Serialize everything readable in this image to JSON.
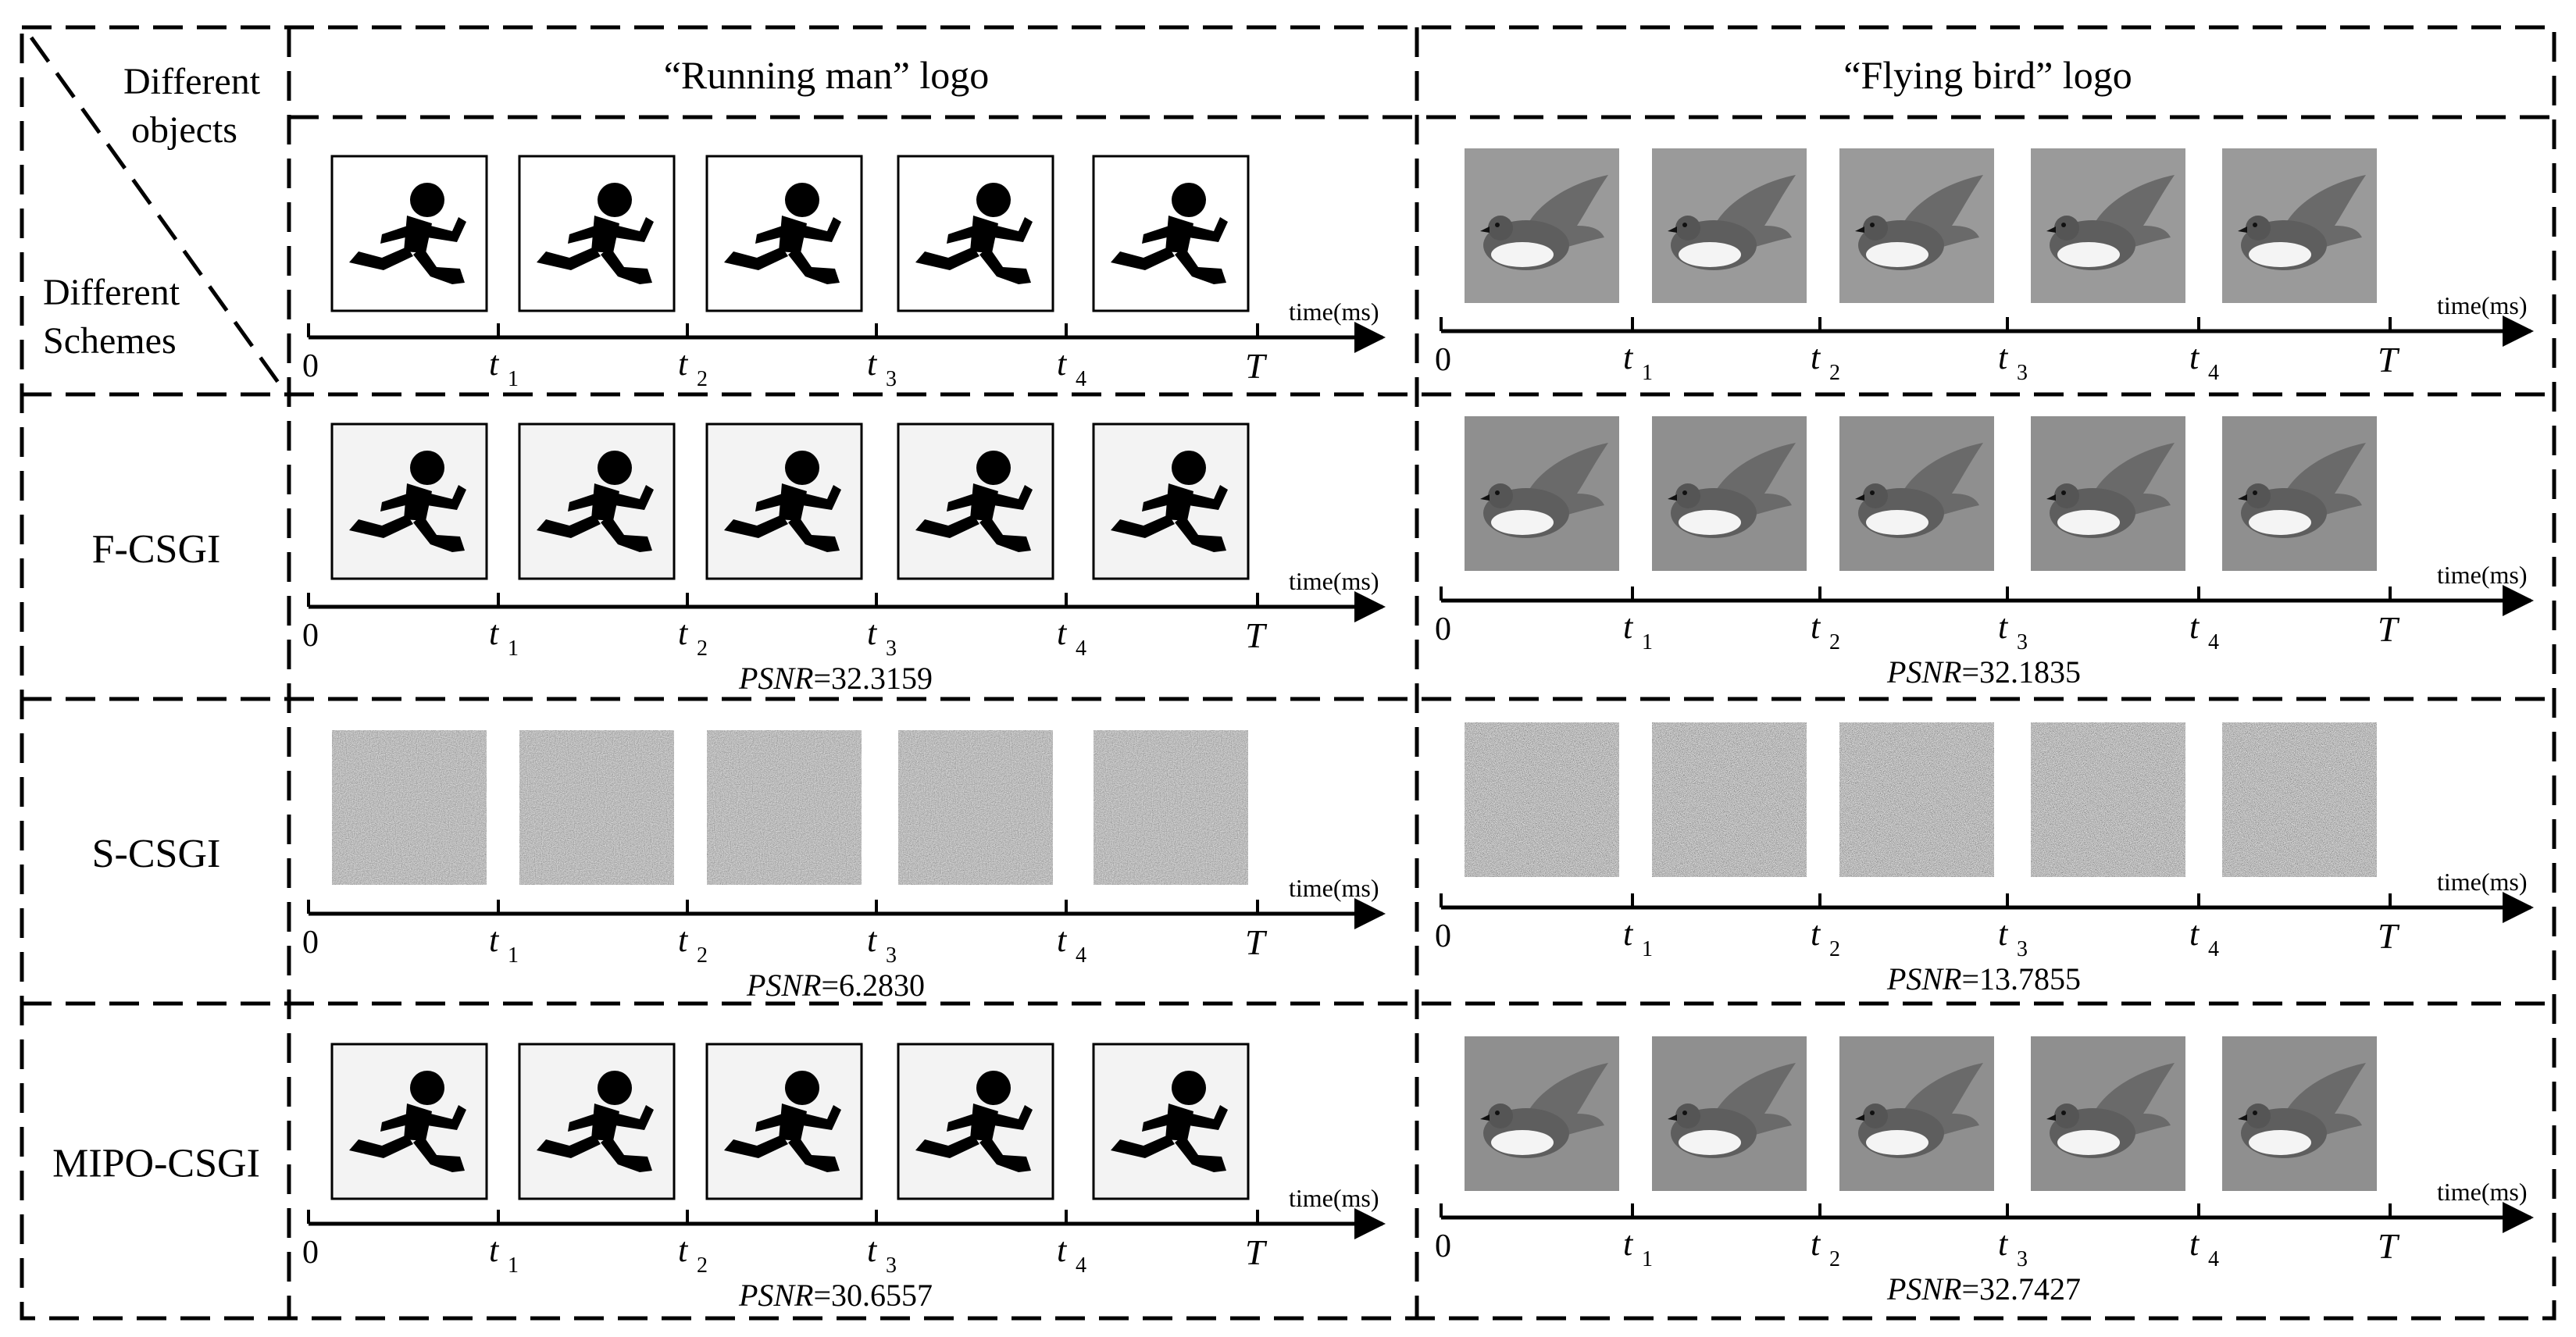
{
  "header": {
    "corner_top": [
      "Different",
      "objects"
    ],
    "corner_bottom": [
      "Different",
      "Schemes"
    ],
    "object_titles": [
      "“Running man” logo",
      "“Flying bird”  logo"
    ]
  },
  "rows": [
    {
      "scheme": "",
      "running_psnr": "",
      "bird_psnr": ""
    },
    {
      "scheme": "F-CSGI",
      "running_psnr": "=32.3159",
      "bird_psnr": "=32.1835"
    },
    {
      "scheme": "S-CSGI",
      "running_psnr": "=6.2830",
      "bird_psnr": "=13.7855"
    },
    {
      "scheme": "MIPO-CSGI",
      "running_psnr": "=30.6557",
      "bird_psnr": "=32.7427"
    }
  ],
  "psnr_label": "PSNR",
  "axis": {
    "unit": "time(ms)",
    "origin": "0",
    "ticks": [
      "t",
      "t",
      "t",
      "t"
    ],
    "tick_subscripts": [
      "1",
      "2",
      "3",
      "4"
    ],
    "end": "T"
  }
}
